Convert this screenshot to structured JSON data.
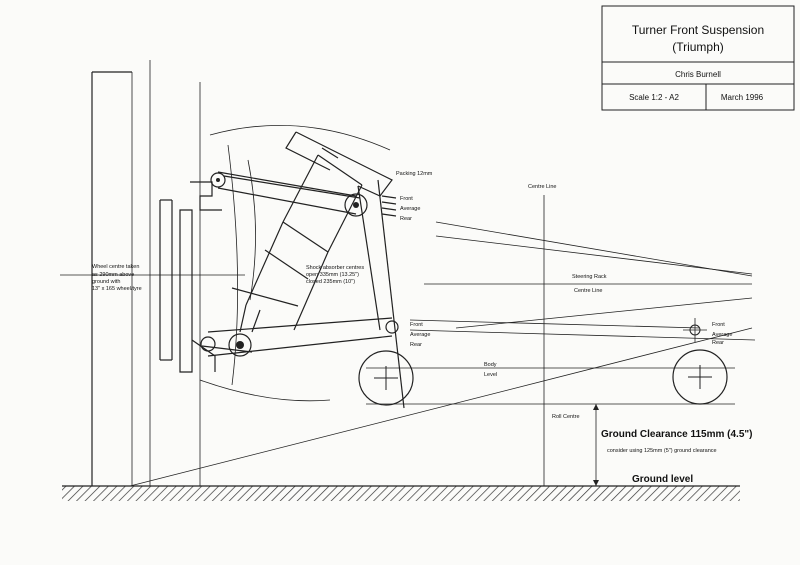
{
  "title_block": {
    "title_line1": "Turner Front Suspension",
    "title_line2": "(Triumph)",
    "author": "Chris Burnell",
    "scale": "Scale 1:2 - A2",
    "date": "March 1996"
  },
  "annotations": {
    "packing": "Packing 12mm",
    "upper_front": "Front",
    "upper_average": "Average",
    "upper_rear": "Rear",
    "centre_line_top": "Centre Line",
    "wheel_centre_1": "Wheel centre taken",
    "wheel_centre_2": "as 290mm above",
    "wheel_centre_3": "ground with",
    "wheel_centre_4": "13\" x 165 wheel/tyre",
    "shock_1": "Shock absorber centres",
    "shock_2": "open 335mm (13.25\")",
    "shock_3": "closed 235mm (10\")",
    "steering_rack": "Steering Rack",
    "steering_centre_line": "Centre Line",
    "lower_front": "Front",
    "lower_average": "Average",
    "lower_rear": "Rear",
    "right_front": "Front",
    "right_average": "Average",
    "right_rear": "Rear",
    "body_level_1": "Body",
    "body_level_2": "Level",
    "roll_centre": "Roll Centre",
    "ground_clearance": "Ground Clearance 115mm (4.5\")",
    "consider": "consider using 125mm (5\") ground clearance",
    "ground_level": "Ground level"
  }
}
